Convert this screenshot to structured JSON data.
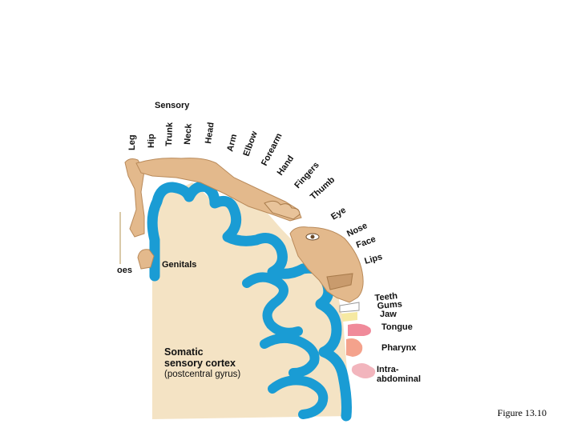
{
  "diagram": {
    "title": "Sensory",
    "body_parts_top": [
      "Leg",
      "Hip",
      "Trunk",
      "Neck",
      "Head",
      "Arm",
      "Elbow",
      "Forearm",
      "Hand",
      "Fingers",
      "Thumb"
    ],
    "body_parts_face": [
      "Eye",
      "Nose",
      "Face",
      "Lips"
    ],
    "body_parts_oral": [
      "Teeth",
      "Gums",
      "Jaw",
      "Tongue",
      "Pharynx",
      "Intra-",
      "abdominal"
    ],
    "left_labels": [
      "Genitals",
      "oes"
    ],
    "cortex_label": {
      "line1": "Somatic",
      "line2": "sensory cortex",
      "line3": "(postcentral gyrus)"
    },
    "colors": {
      "cortex_blue": "#1a9cd4",
      "tissue": "#f4e3c4",
      "skin": "#e3b98c",
      "tongue": "#f08a9a",
      "organ": "#f2b5bd"
    }
  },
  "caption": "Figure 13.10"
}
